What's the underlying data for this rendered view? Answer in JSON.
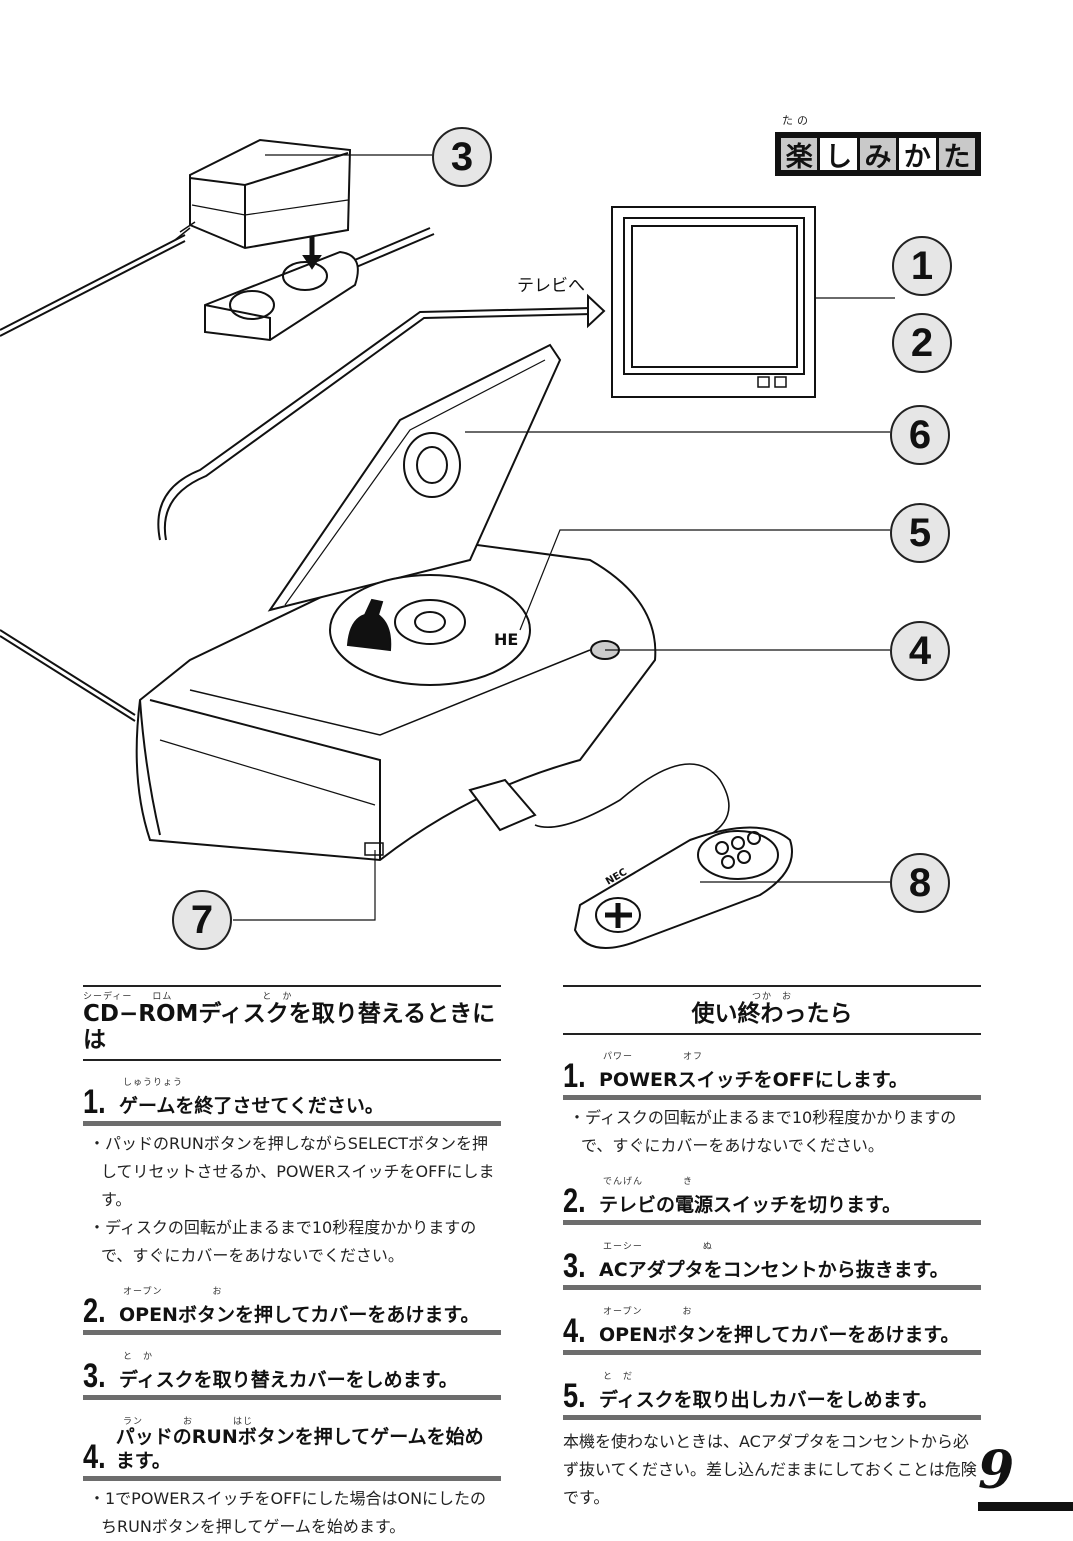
{
  "header": {
    "title_ruby": "たの",
    "title_chars": [
      "楽",
      "し",
      "み",
      "か",
      "た"
    ]
  },
  "illustration": {
    "tv_label": "テレビへ",
    "callouts": [
      "1",
      "2",
      "3",
      "4",
      "5",
      "6",
      "7",
      "8"
    ],
    "disc_logo": "HE",
    "pad_brand": "NEC"
  },
  "left_section": {
    "ruby": "シーディー　　ロム　　　　　　　　　と　か",
    "title": "CD−ROMディスクを取り替えるときには",
    "steps": [
      {
        "num": "1.",
        "ruby": "しゅうりょう",
        "text": "ゲームを終了させてください。",
        "notes": [
          "・パッドのRUNボタンを押しながらSELECTボタンを押してリセットさせるか、POWERスイッチをOFFにします。",
          "・ディスクの回転が止まるまで10秒程度かかりますので、すぐにカバーをあけないでください。"
        ]
      },
      {
        "num": "2.",
        "ruby": "オープン　　　　　お",
        "text": "OPENボタンを押してカバーをあけます。",
        "notes": []
      },
      {
        "num": "3.",
        "ruby": "と　か",
        "text": "ディスクを取り替えカバーをしめます。",
        "notes": []
      },
      {
        "num": "4.",
        "ruby": "ラン　　　　お　　　　はじ",
        "text": "パッドのRUNボタンを押してゲームを始めます。",
        "notes": [
          "・1でPOWERスイッチをOFFにした場合はONにしたのちRUNボタンを押してゲームを始めます。"
        ]
      }
    ]
  },
  "right_section": {
    "ruby": "つか　お",
    "title": "使い終わったら",
    "steps": [
      {
        "num": "1.",
        "ruby": "パワー　　　　　オフ",
        "text": "POWERスイッチをOFFにします。",
        "notes": [
          "・ディスクの回転が止まるまで10秒程度かかりますので、すぐにカバーをあけないでください。"
        ]
      },
      {
        "num": "2.",
        "ruby": "でんげん　　　　き",
        "text": "テレビの電源スイッチを切ります。",
        "notes": []
      },
      {
        "num": "3.",
        "ruby": "エーシー　　　　　　ぬ",
        "text": "ACアダプタをコンセントから抜きます。",
        "notes": []
      },
      {
        "num": "4.",
        "ruby": "オープン　　　　お",
        "text": "OPENボタンを押してカバーをあけます。",
        "notes": []
      },
      {
        "num": "5.",
        "ruby": "と　だ",
        "text": "ディスクを取り出しカバーをしめます。",
        "notes": []
      }
    ],
    "closing": "本機を使わないときは、ACアダプタをコンセントから必ず抜いてください。差し込んだままにしておくことは危険です。"
  },
  "footer": {
    "page_number": "9"
  }
}
